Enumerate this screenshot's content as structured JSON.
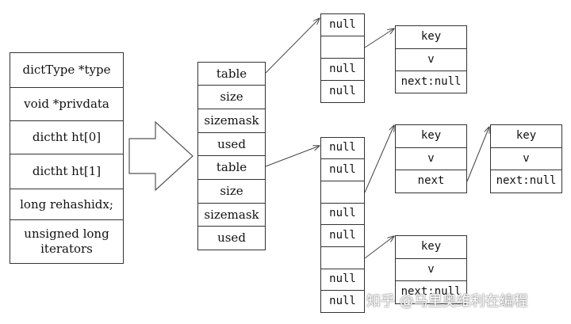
{
  "dict": {
    "fields": [
      "dictType *type",
      "void *privdata",
      "dictht ht[0]",
      "dictht ht[1]",
      "long rehashidx;",
      "unsigned long iterators"
    ]
  },
  "dictht": {
    "fields": [
      "table",
      "size",
      "sizemask",
      "used",
      "table",
      "size",
      "sizemask",
      "used"
    ]
  },
  "table0": {
    "slots": [
      "null",
      "",
      "null",
      "null"
    ]
  },
  "table1": {
    "slots": [
      "null",
      "null",
      "",
      "null",
      "null",
      "",
      "null",
      "null"
    ]
  },
  "entries": {
    "e1": [
      "key",
      "v",
      "next:null"
    ],
    "e2": [
      "key",
      "v",
      "next"
    ],
    "e3": [
      "key",
      "v",
      "next:null"
    ],
    "e4": [
      "key",
      "v",
      "next:null"
    ]
  },
  "watermark": "知乎 @马里奥维利在编程",
  "colors": {
    "line": "#333333",
    "arrow": "#555555"
  }
}
